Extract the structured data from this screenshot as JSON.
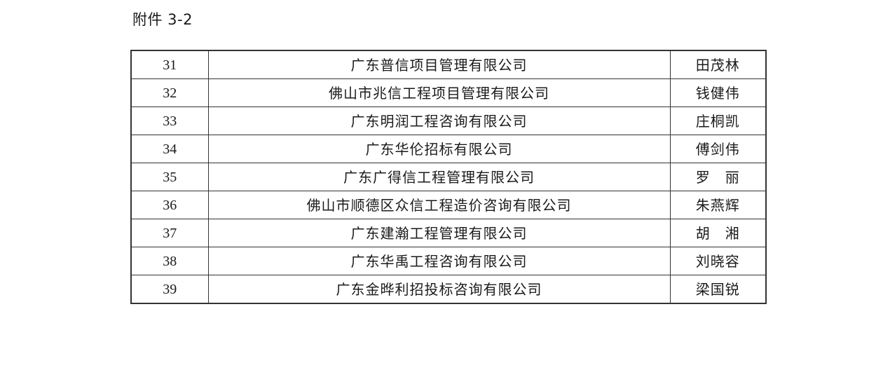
{
  "heading": "附件 3-2",
  "rows": [
    {
      "no": "31",
      "company": "广东普信项目管理有限公司",
      "person": "田茂林"
    },
    {
      "no": "32",
      "company": "佛山市兆信工程项目管理有限公司",
      "person": "钱健伟"
    },
    {
      "no": "33",
      "company": "广东明润工程咨询有限公司",
      "person": "庄桐凯"
    },
    {
      "no": "34",
      "company": "广东华伦招标有限公司",
      "person": "傅剑伟"
    },
    {
      "no": "35",
      "company": "广东广得信工程管理有限公司",
      "person": "罗　丽"
    },
    {
      "no": "36",
      "company": "佛山市顺德区众信工程造价咨询有限公司",
      "person": "朱燕辉"
    },
    {
      "no": "37",
      "company": "广东建瀚工程管理有限公司",
      "person": "胡　湘"
    },
    {
      "no": "38",
      "company": "广东华禹工程咨询有限公司",
      "person": "刘晓容"
    },
    {
      "no": "39",
      "company": "广东金晔利招投标咨询有限公司",
      "person": "梁国锐"
    }
  ]
}
